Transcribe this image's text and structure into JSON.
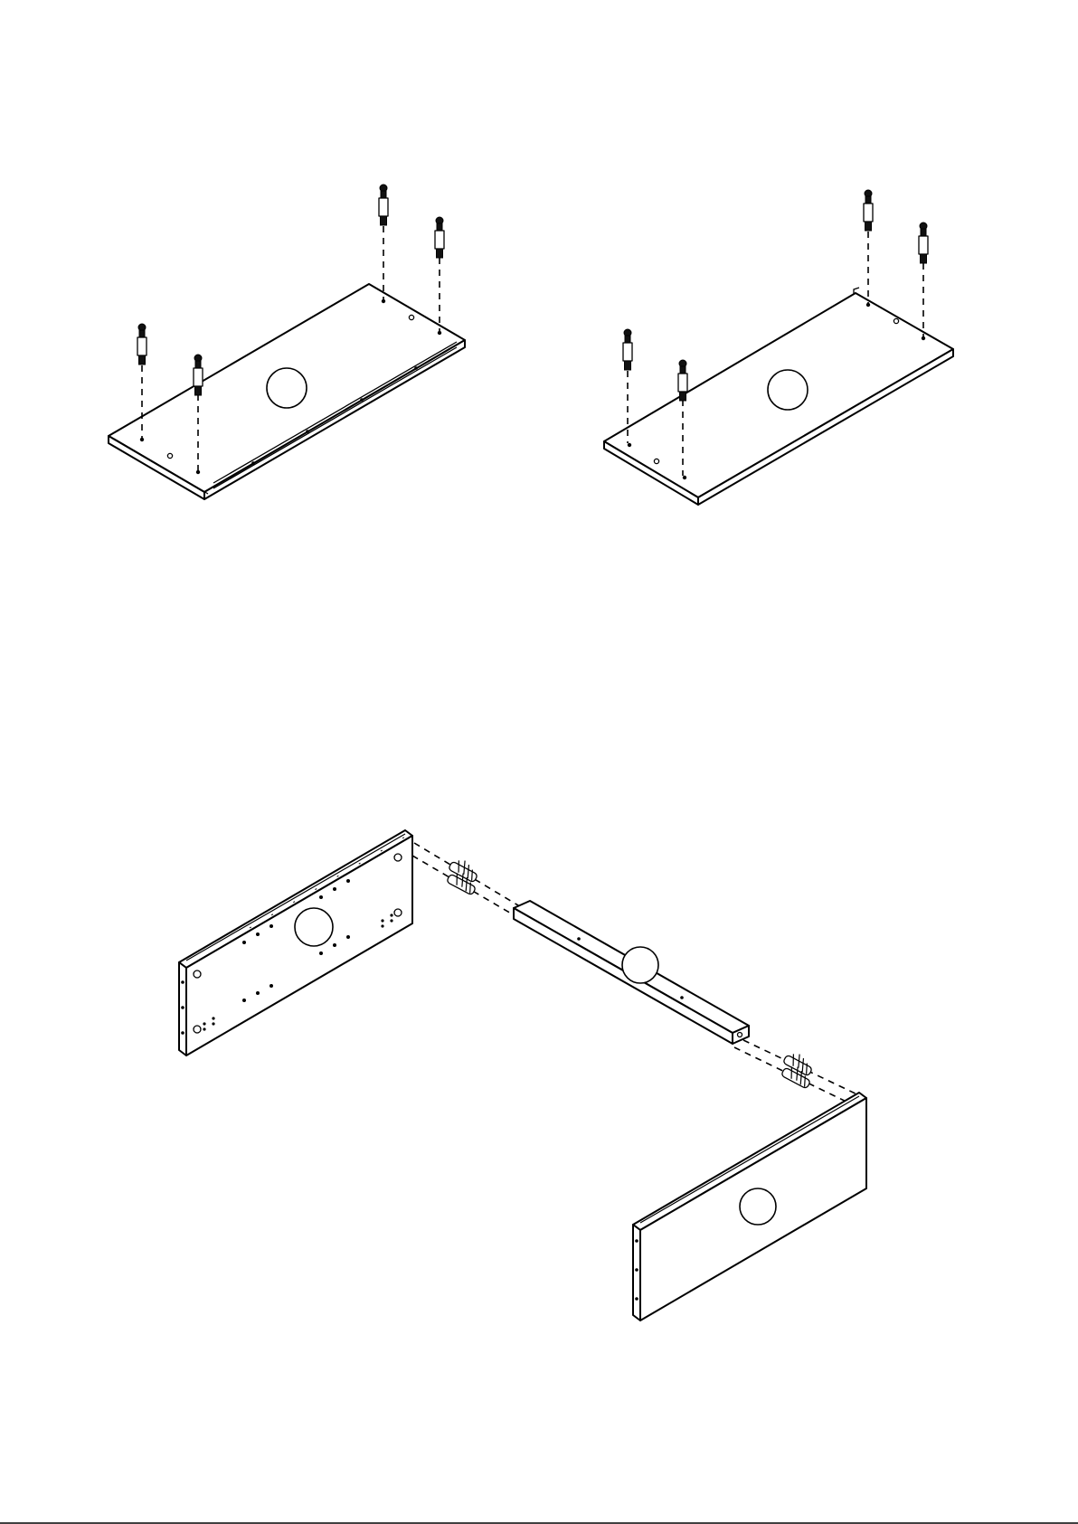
{
  "figure": {
    "steps": [
      {
        "id": "upper-left",
        "part_label": ""
      },
      {
        "id": "upper-right",
        "part_label": ""
      },
      {
        "id": "lower-frame",
        "part_labels": [
          "",
          "",
          ""
        ]
      }
    ]
  },
  "colors": {
    "line": "#000000",
    "paper": "#ffffff"
  }
}
